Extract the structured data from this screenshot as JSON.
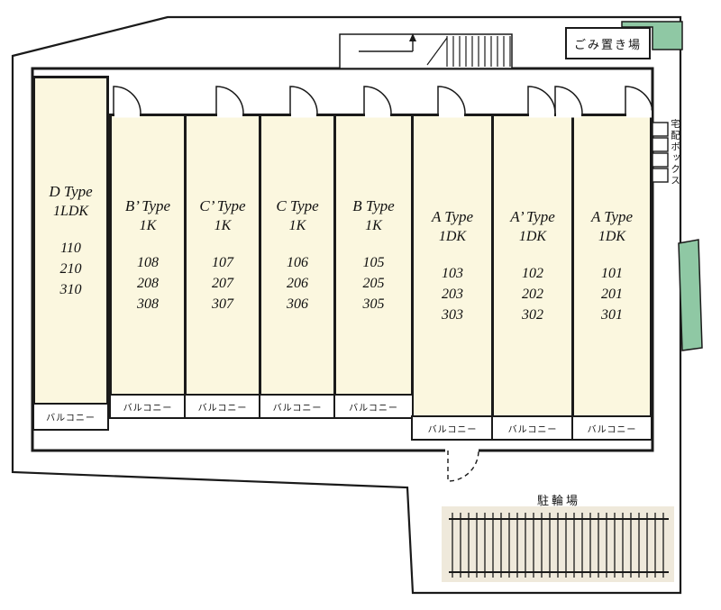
{
  "labels": {
    "balcony": "バルコニー",
    "garbage": "ごみ置き場",
    "delivery_box": "宅配ボックス",
    "bicycle_parking": "駐輪場"
  },
  "units": [
    {
      "name": "D Type",
      "plan": "1LDK",
      "rooms": [
        "110",
        "210",
        "310"
      ]
    },
    {
      "name": "B’ Type",
      "plan": "1K",
      "rooms": [
        "108",
        "208",
        "308"
      ]
    },
    {
      "name": "C’ Type",
      "plan": "1K",
      "rooms": [
        "107",
        "207",
        "307"
      ]
    },
    {
      "name": "C Type",
      "plan": "1K",
      "rooms": [
        "106",
        "206",
        "306"
      ]
    },
    {
      "name": "B Type",
      "plan": "1K",
      "rooms": [
        "105",
        "205",
        "305"
      ]
    },
    {
      "name": "A Type",
      "plan": "1DK",
      "rooms": [
        "103",
        "203",
        "303"
      ]
    },
    {
      "name": "A’ Type",
      "plan": "1DK",
      "rooms": [
        "102",
        "202",
        "302"
      ]
    },
    {
      "name": "A Type",
      "plan": "1DK",
      "rooms": [
        "101",
        "201",
        "301"
      ]
    }
  ],
  "colors": {
    "unit_fill": "#FBF7DF",
    "planter_green": "#8FC8A4",
    "rack_bg": "#EFE9DB",
    "line": "#1a1a1a"
  }
}
